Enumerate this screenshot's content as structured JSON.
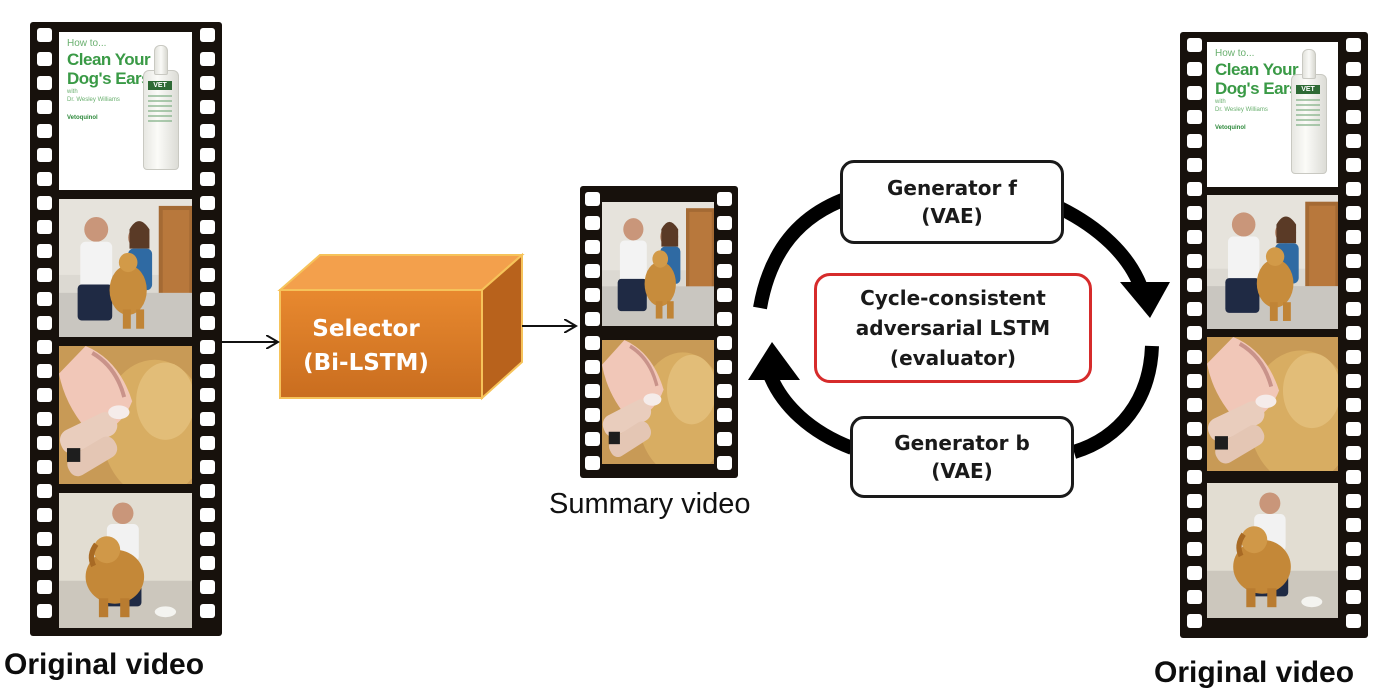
{
  "title_card": {
    "small": "How to...",
    "line1": "Clean Your",
    "line2": "Dog's Ears",
    "with": "with",
    "doctor": "Dr. Wesley Williams",
    "brand": "Vetoquinol",
    "bottle_label": "VET"
  },
  "left_strip": {
    "caption": "Original video"
  },
  "right_strip": {
    "caption": "Original video"
  },
  "summary_strip": {
    "caption": "Summary video"
  },
  "selector": {
    "line1": "Selector",
    "line2": "(Bi-LSTM)",
    "color": "#e07f2a"
  },
  "generator_f": {
    "line1": "Generator f",
    "line2": "(VAE)"
  },
  "generator_b": {
    "line1": "Generator b",
    "line2": "(VAE)"
  },
  "evaluator": {
    "line1": "Cycle-consistent",
    "line2": "adversarial LSTM",
    "line3": "(evaluator)",
    "border_color": "#d62b2b"
  },
  "frame_icons": [
    "title-card-frame",
    "vet-with-dog-frame",
    "ear-cleaning-frame",
    "vet-hugging-dog-frame"
  ]
}
